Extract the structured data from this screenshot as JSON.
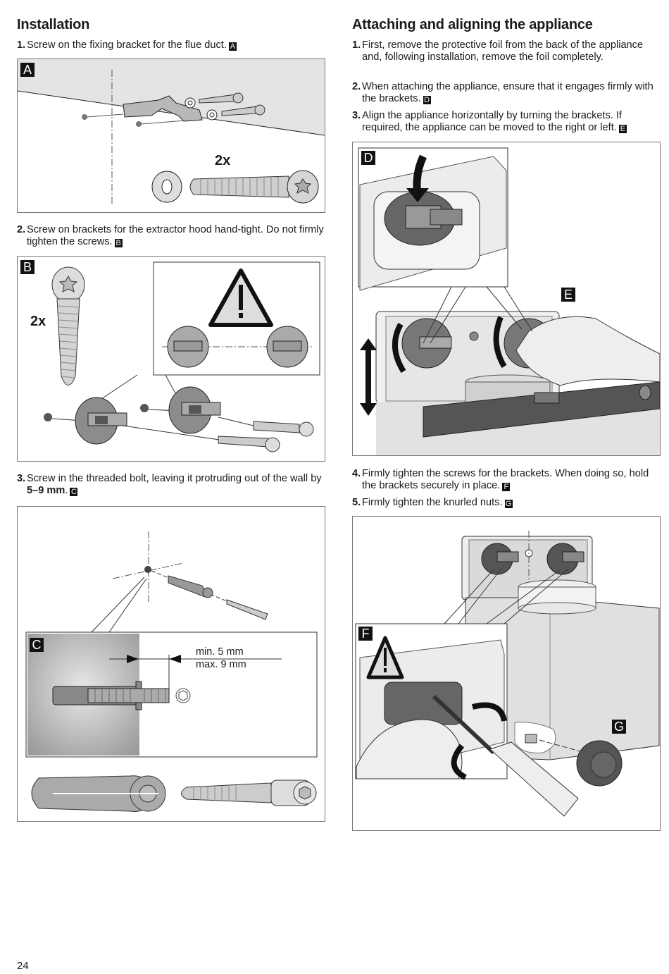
{
  "page_number": "24",
  "left": {
    "title": "Installation",
    "steps": [
      {
        "num": "1.",
        "text": "Screw on the fixing bracket for the flue duct.",
        "ref": "A"
      },
      {
        "num": "2.",
        "text": "Screw on brackets for the extractor hood hand-tight. Do not firmly tighten the screws.",
        "ref": "B"
      },
      {
        "num": "3.",
        "text_before": "Screw in the threaded bolt, leaving it protruding out of the wall by ",
        "bold": "5–9 mm",
        "text_after": ".",
        "ref": "C"
      }
    ],
    "figures": {
      "A": {
        "letter": "A",
        "quantity": "2x"
      },
      "B": {
        "letter": "B",
        "quantity": "2x"
      },
      "C": {
        "letter": "C",
        "min": "min. 5 mm",
        "max": "max. 9 mm"
      }
    }
  },
  "right": {
    "title": "Attaching and aligning the appliance",
    "steps": [
      {
        "num": "1.",
        "text": "First, remove the protective foil from the back of the appliance and, following installation, remove the foil completely.",
        "ref": ""
      },
      {
        "num": "2.",
        "text": "When attaching the appliance, ensure that it engages firmly with the brackets.",
        "ref": "D"
      },
      {
        "num": "3.",
        "text": "Align the appliance horizontally by turning the brackets. If required, the appliance can be moved to the right or left.",
        "ref": "E"
      },
      {
        "num": "4.",
        "text": "Firmly tighten the screws for the brackets. When doing so, hold the brackets securely in place.",
        "ref": "F"
      },
      {
        "num": "5.",
        "text": "Firmly tighten the knurled nuts.",
        "ref": "G"
      }
    ],
    "figures": {
      "D": {
        "letter": "D"
      },
      "E": {
        "letter": "E"
      },
      "F": {
        "letter": "F"
      },
      "G": {
        "letter": "G"
      }
    }
  }
}
